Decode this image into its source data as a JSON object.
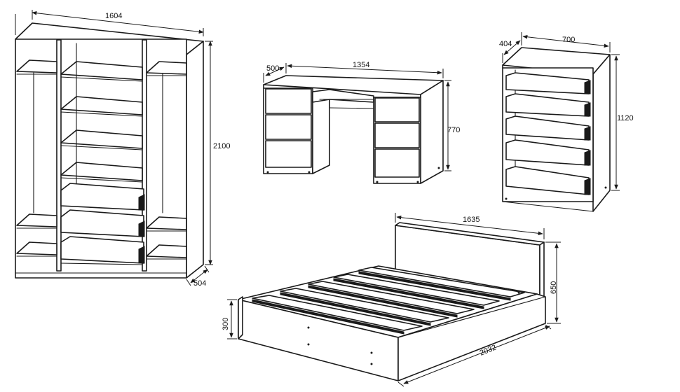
{
  "wardrobe": {
    "width_label": "1604",
    "height_label": "2100",
    "depth_label": "504"
  },
  "desk": {
    "depth_label": "500",
    "width_label": "1354",
    "height_label": "770"
  },
  "dresser": {
    "depth_label": "404",
    "width_label": "700",
    "height_label": "1120"
  },
  "bed": {
    "width_label": "1635",
    "headboard_label": "650",
    "side_label": "300",
    "length_label": "2032"
  },
  "colors": {
    "line": "#1a1a1a",
    "background": "#ffffff"
  }
}
